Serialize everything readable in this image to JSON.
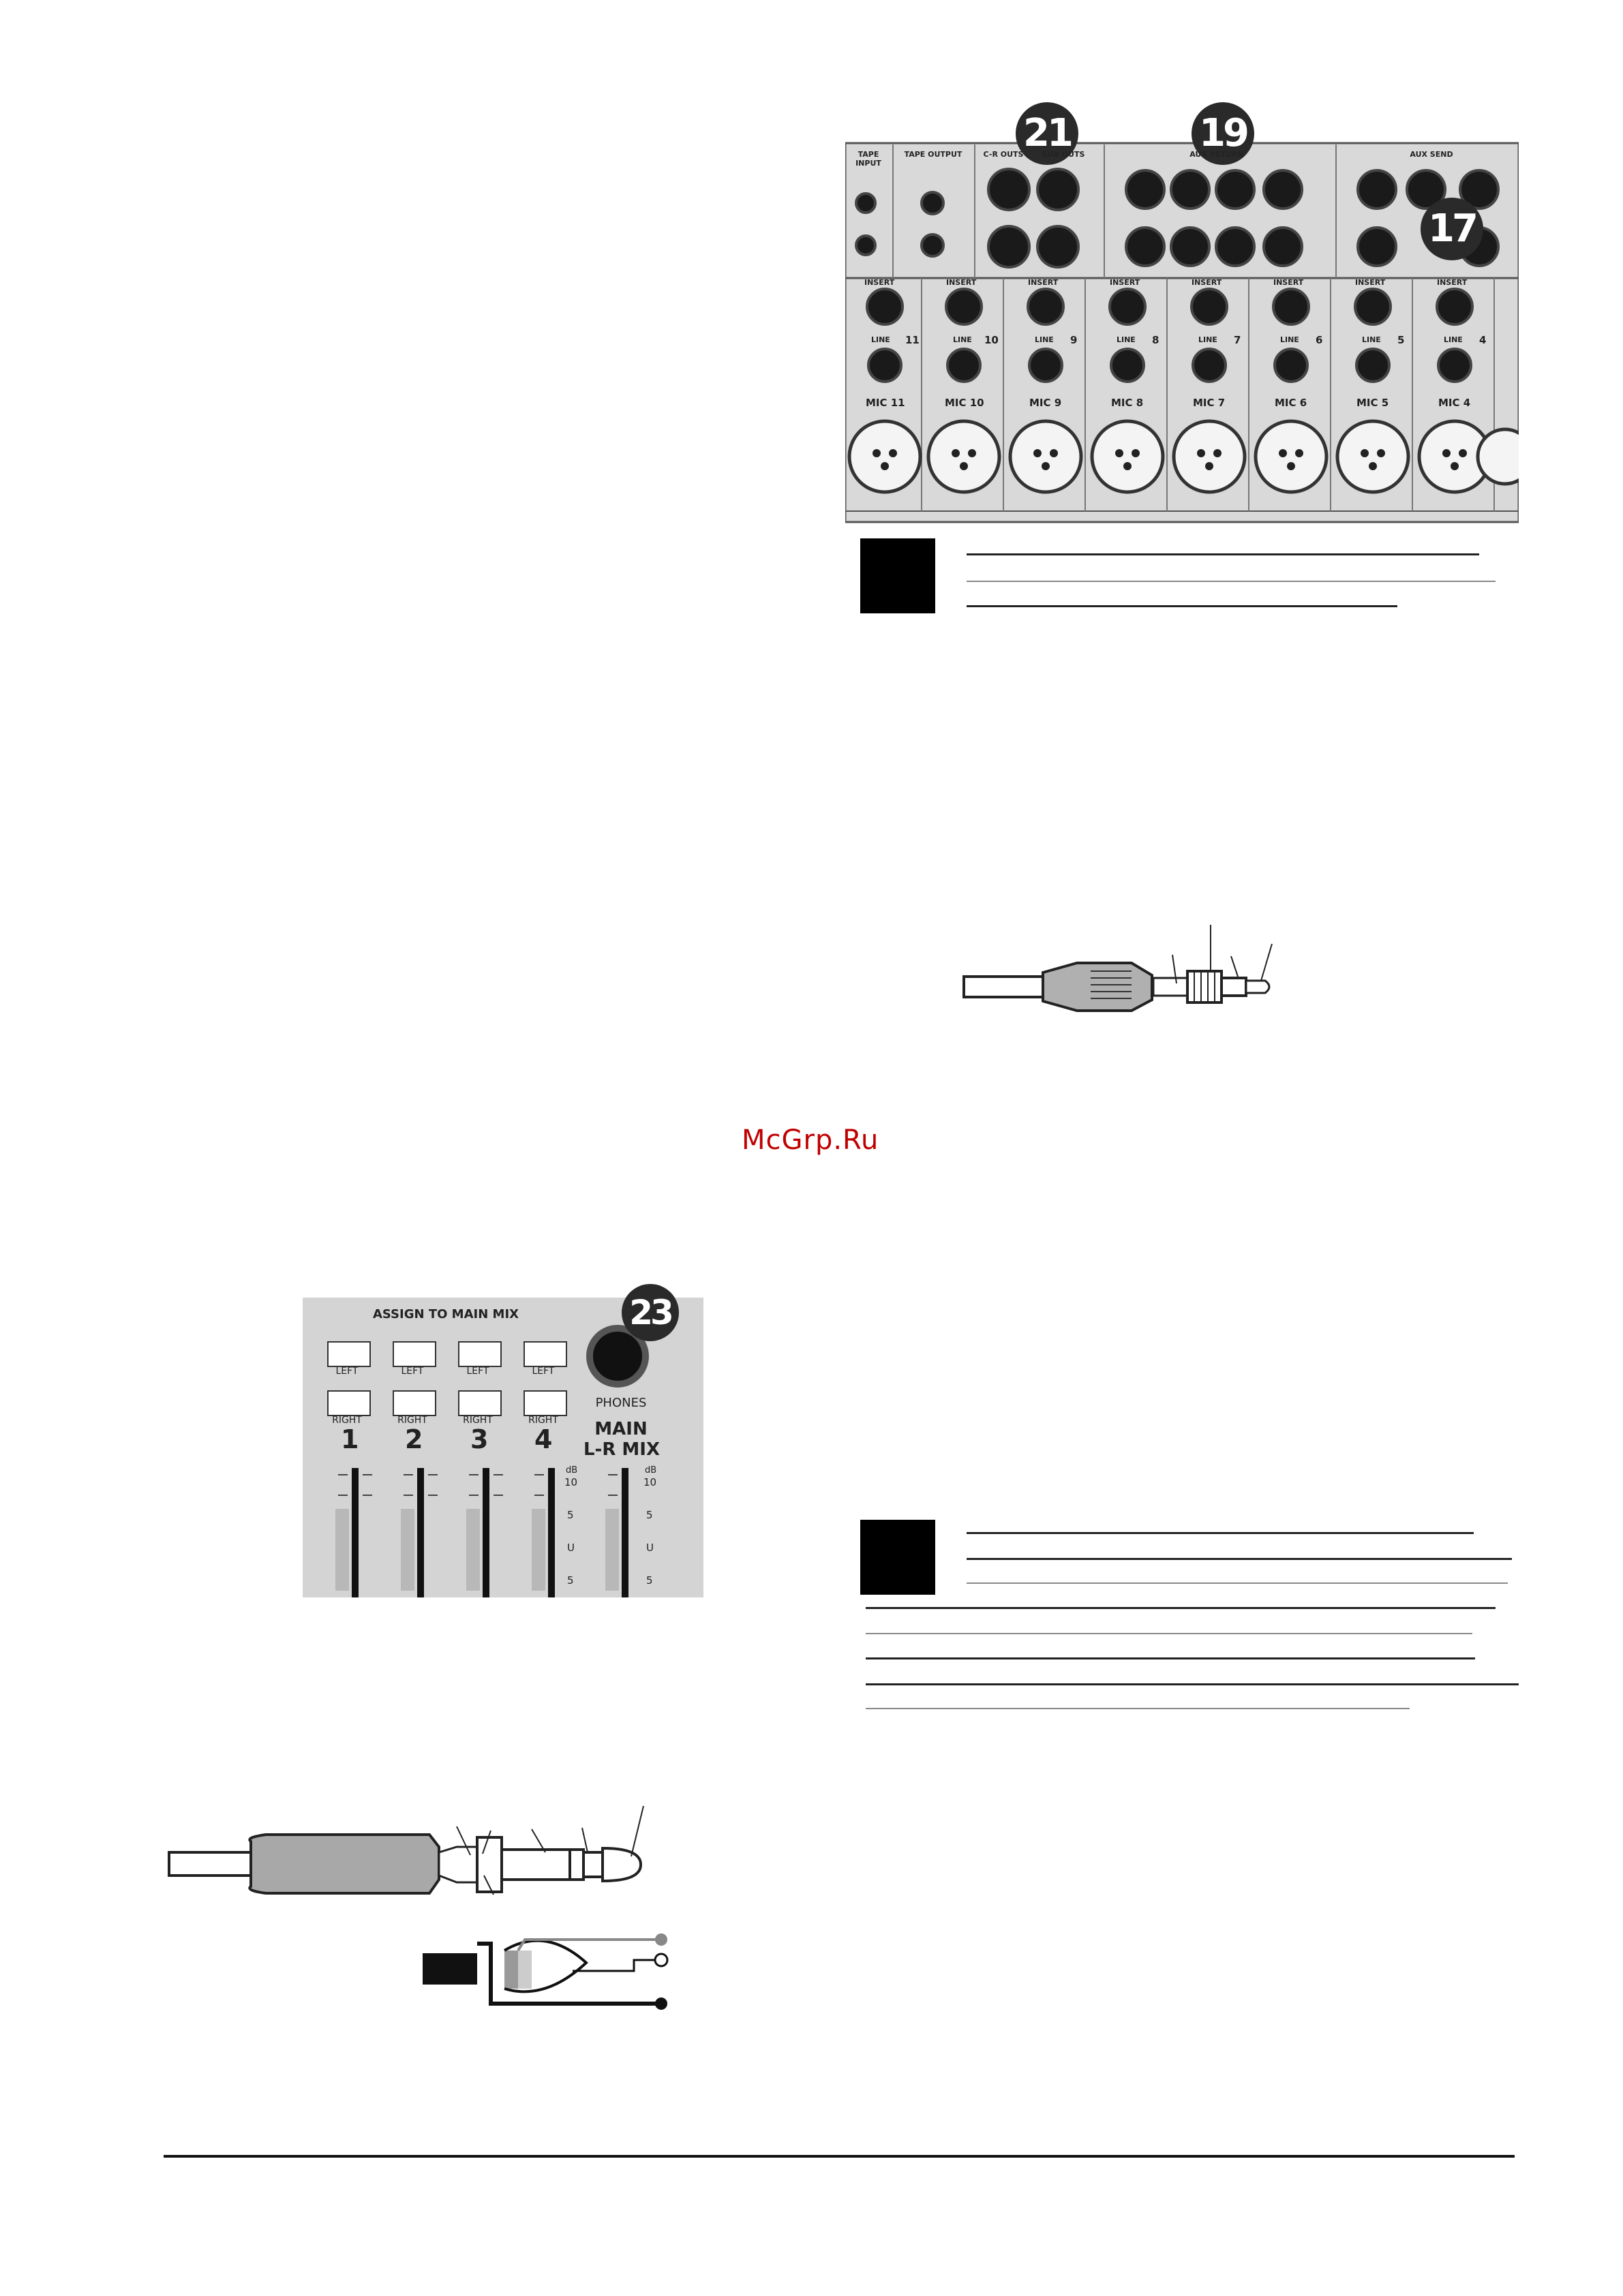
{
  "watermark": "McGrp.Ru",
  "rear_panel": {
    "badges": [
      "21",
      "19",
      "17"
    ],
    "section_labels": [
      "TAPE INPUT",
      "TAPE OUTPUT",
      "C-R OUTS",
      "SUB OUTS",
      "AUX RETURN",
      "AUX SEND"
    ],
    "channels": [
      {
        "insert": "INSERT",
        "line": "LINE",
        "num": "11",
        "mic": "MIC 11"
      },
      {
        "insert": "INSERT",
        "line": "LINE",
        "num": "10",
        "mic": "MIC 10"
      },
      {
        "insert": "INSERT",
        "line": "LINE",
        "num": "9",
        "mic": "MIC 9"
      },
      {
        "insert": "INSERT",
        "line": "LINE",
        "num": "8",
        "mic": "MIC 8"
      },
      {
        "insert": "INSERT",
        "line": "LINE",
        "num": "7",
        "mic": "MIC 7"
      },
      {
        "insert": "INSERT",
        "line": "LINE",
        "num": "6",
        "mic": "MIC 6"
      },
      {
        "insert": "INSERT",
        "line": "LINE",
        "num": "5",
        "mic": "MIC 5"
      },
      {
        "insert": "INSERT",
        "line": "LINE",
        "num": "4",
        "mic": "MIC 4"
      }
    ]
  },
  "mix_panel": {
    "title": "ASSIGN TO MAIN MIX",
    "badge": "23",
    "phones": "PHONES",
    "left": "LEFT",
    "right": "RIGHT",
    "groups": [
      "1",
      "2",
      "3",
      "4"
    ],
    "main": "MAIN",
    "main_sub": "L-R MIX",
    "scale": [
      "dB",
      "10",
      "5",
      "U",
      "5"
    ]
  }
}
